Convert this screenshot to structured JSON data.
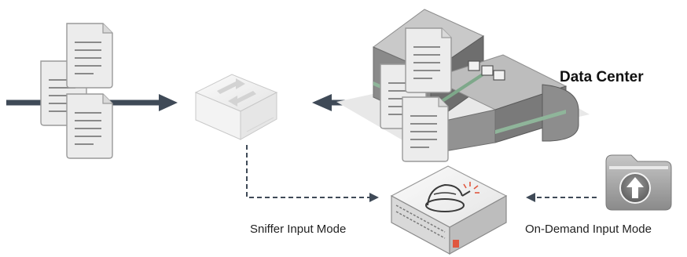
{
  "diagram": {
    "labels": {
      "data_center": "Data Center",
      "sniffer_input_mode": "Sniffer Input Mode",
      "on_demand_input_mode": "On-Demand Input Mode"
    },
    "icons": {
      "documents": "document-icon",
      "network_switch": "network-switch-icon",
      "data_center_building": "building-icon",
      "analysis_appliance": "appliance-icon",
      "upload_folder": "upload-folder-icon"
    },
    "colors": {
      "arrow": "#3f4a57",
      "document_fill": "#ececec",
      "document_stroke": "#9a9a9a",
      "building_dark": "#6e6e6e",
      "building_mid": "#9a9a9a",
      "building_light": "#c9c9c9",
      "building_stripe": "#8fb59a",
      "device_face": "#f1f1f1",
      "folder_gray": "#9c9c9c",
      "alert_red": "#e0573f"
    }
  }
}
